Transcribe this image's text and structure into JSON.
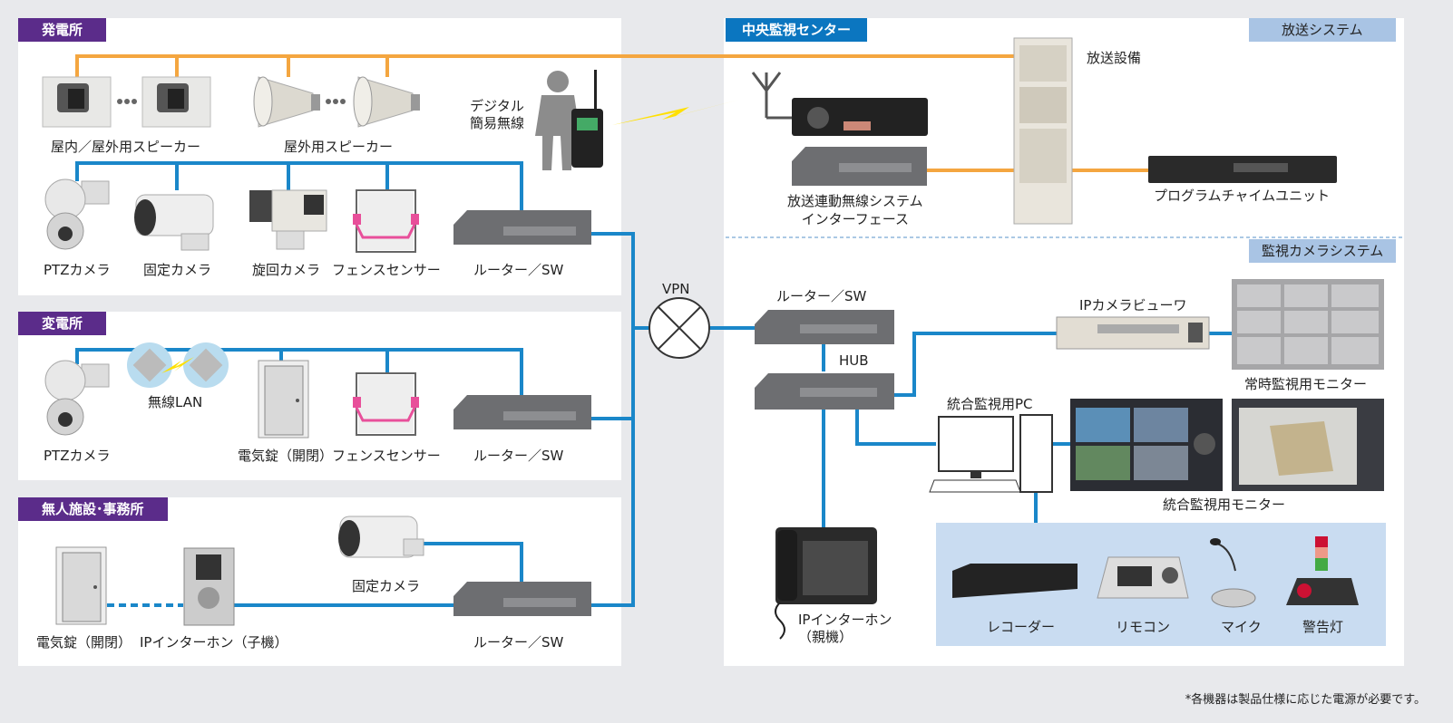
{
  "sections": {
    "power_plant": "発電所",
    "substation": "変電所",
    "unmanned": "無人施設･事務所",
    "central": "中央監視センター",
    "broadcast": "放送システム",
    "camera_system": "監視カメラシステム"
  },
  "labels": {
    "indoor_speaker": "屋内／屋外用スピーカー",
    "outdoor_speaker": "屋外用スピーカー",
    "digital_radio": "デジタル\n簡易無線",
    "ptz_camera_1": "PTZカメラ",
    "fixed_camera_1": "固定カメラ",
    "rotating_camera": "旋回カメラ",
    "fence_sensor_1": "フェンスセンサー",
    "router_1": "ルーター／SW",
    "ptz_camera_2": "PTZカメラ",
    "wireless_lan": "無線LAN",
    "electric_lock_1": "電気錠（開閉）",
    "fence_sensor_2": "フェンスセンサー",
    "router_2": "ルーター／SW",
    "fixed_camera_2": "固定カメラ",
    "electric_lock_2": "電気錠（開閉）",
    "ip_intercom_child": "IPインターホン（子機）",
    "router_3": "ルーター／SW",
    "vpn": "VPN",
    "broadcast_equipment": "放送設備",
    "radio_interface": "放送連動無線システム\nインターフェース",
    "chime_unit": "プログラムチャイムユニット",
    "router_center": "ルーター／SW",
    "hub": "HUB",
    "ip_camera_viewer": "IPカメラビューワ",
    "constant_monitor": "常時監視用モニター",
    "integrated_pc": "統合監視用PC",
    "integrated_monitor": "統合監視用モニター",
    "ip_intercom_parent": "IPインターホン\n（親機）",
    "recorder": "レコーダー",
    "remote": "リモコン",
    "mic": "マイク",
    "warning_light": "警告灯"
  },
  "footnote": "*各機器は製品仕様に応じた電源が必要です。",
  "colors": {
    "blue_line": "#1a87c9",
    "orange_line": "#f4a640",
    "purple": "#5b2c8a",
    "header_blue": "#0b76c0",
    "light_blue": "#a9c4e4"
  }
}
